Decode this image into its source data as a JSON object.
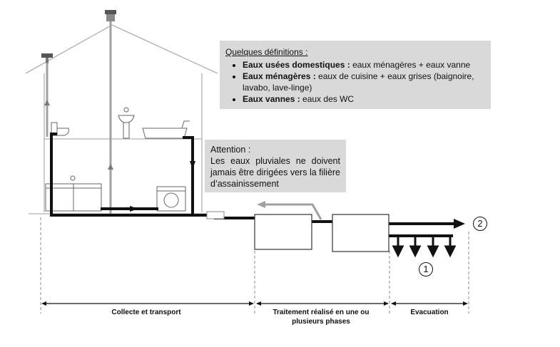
{
  "definitions": {
    "title": "Quelques définitions :",
    "items": [
      {
        "term": "Eaux usées domestiques :",
        "text": " eaux ménagères + eaux vanne"
      },
      {
        "term": "Eaux ménagères :",
        "text": " eaux de cuisine + eaux grises (baignoire, lavabo, lave-linge)"
      },
      {
        "term": "Eaux vannes :",
        "text": " eaux des WC"
      }
    ]
  },
  "attention": {
    "title": "Attention :",
    "text": "Les eaux pluviales ne doivent jamais être dirigées vers la filière d’assainissement"
  },
  "segments": {
    "collecte": "Collecte et transport",
    "traitement": "Traitement réalisé en une ou plusieurs phases",
    "evacuation": "Evacuation"
  },
  "markers": {
    "one": "1",
    "two": "2"
  },
  "colors": {
    "pipe_black": "#111111",
    "pipe_grey": "#a0a0a0",
    "box_fill": "#d9d9d9",
    "house_line": "#b0b0b0"
  }
}
